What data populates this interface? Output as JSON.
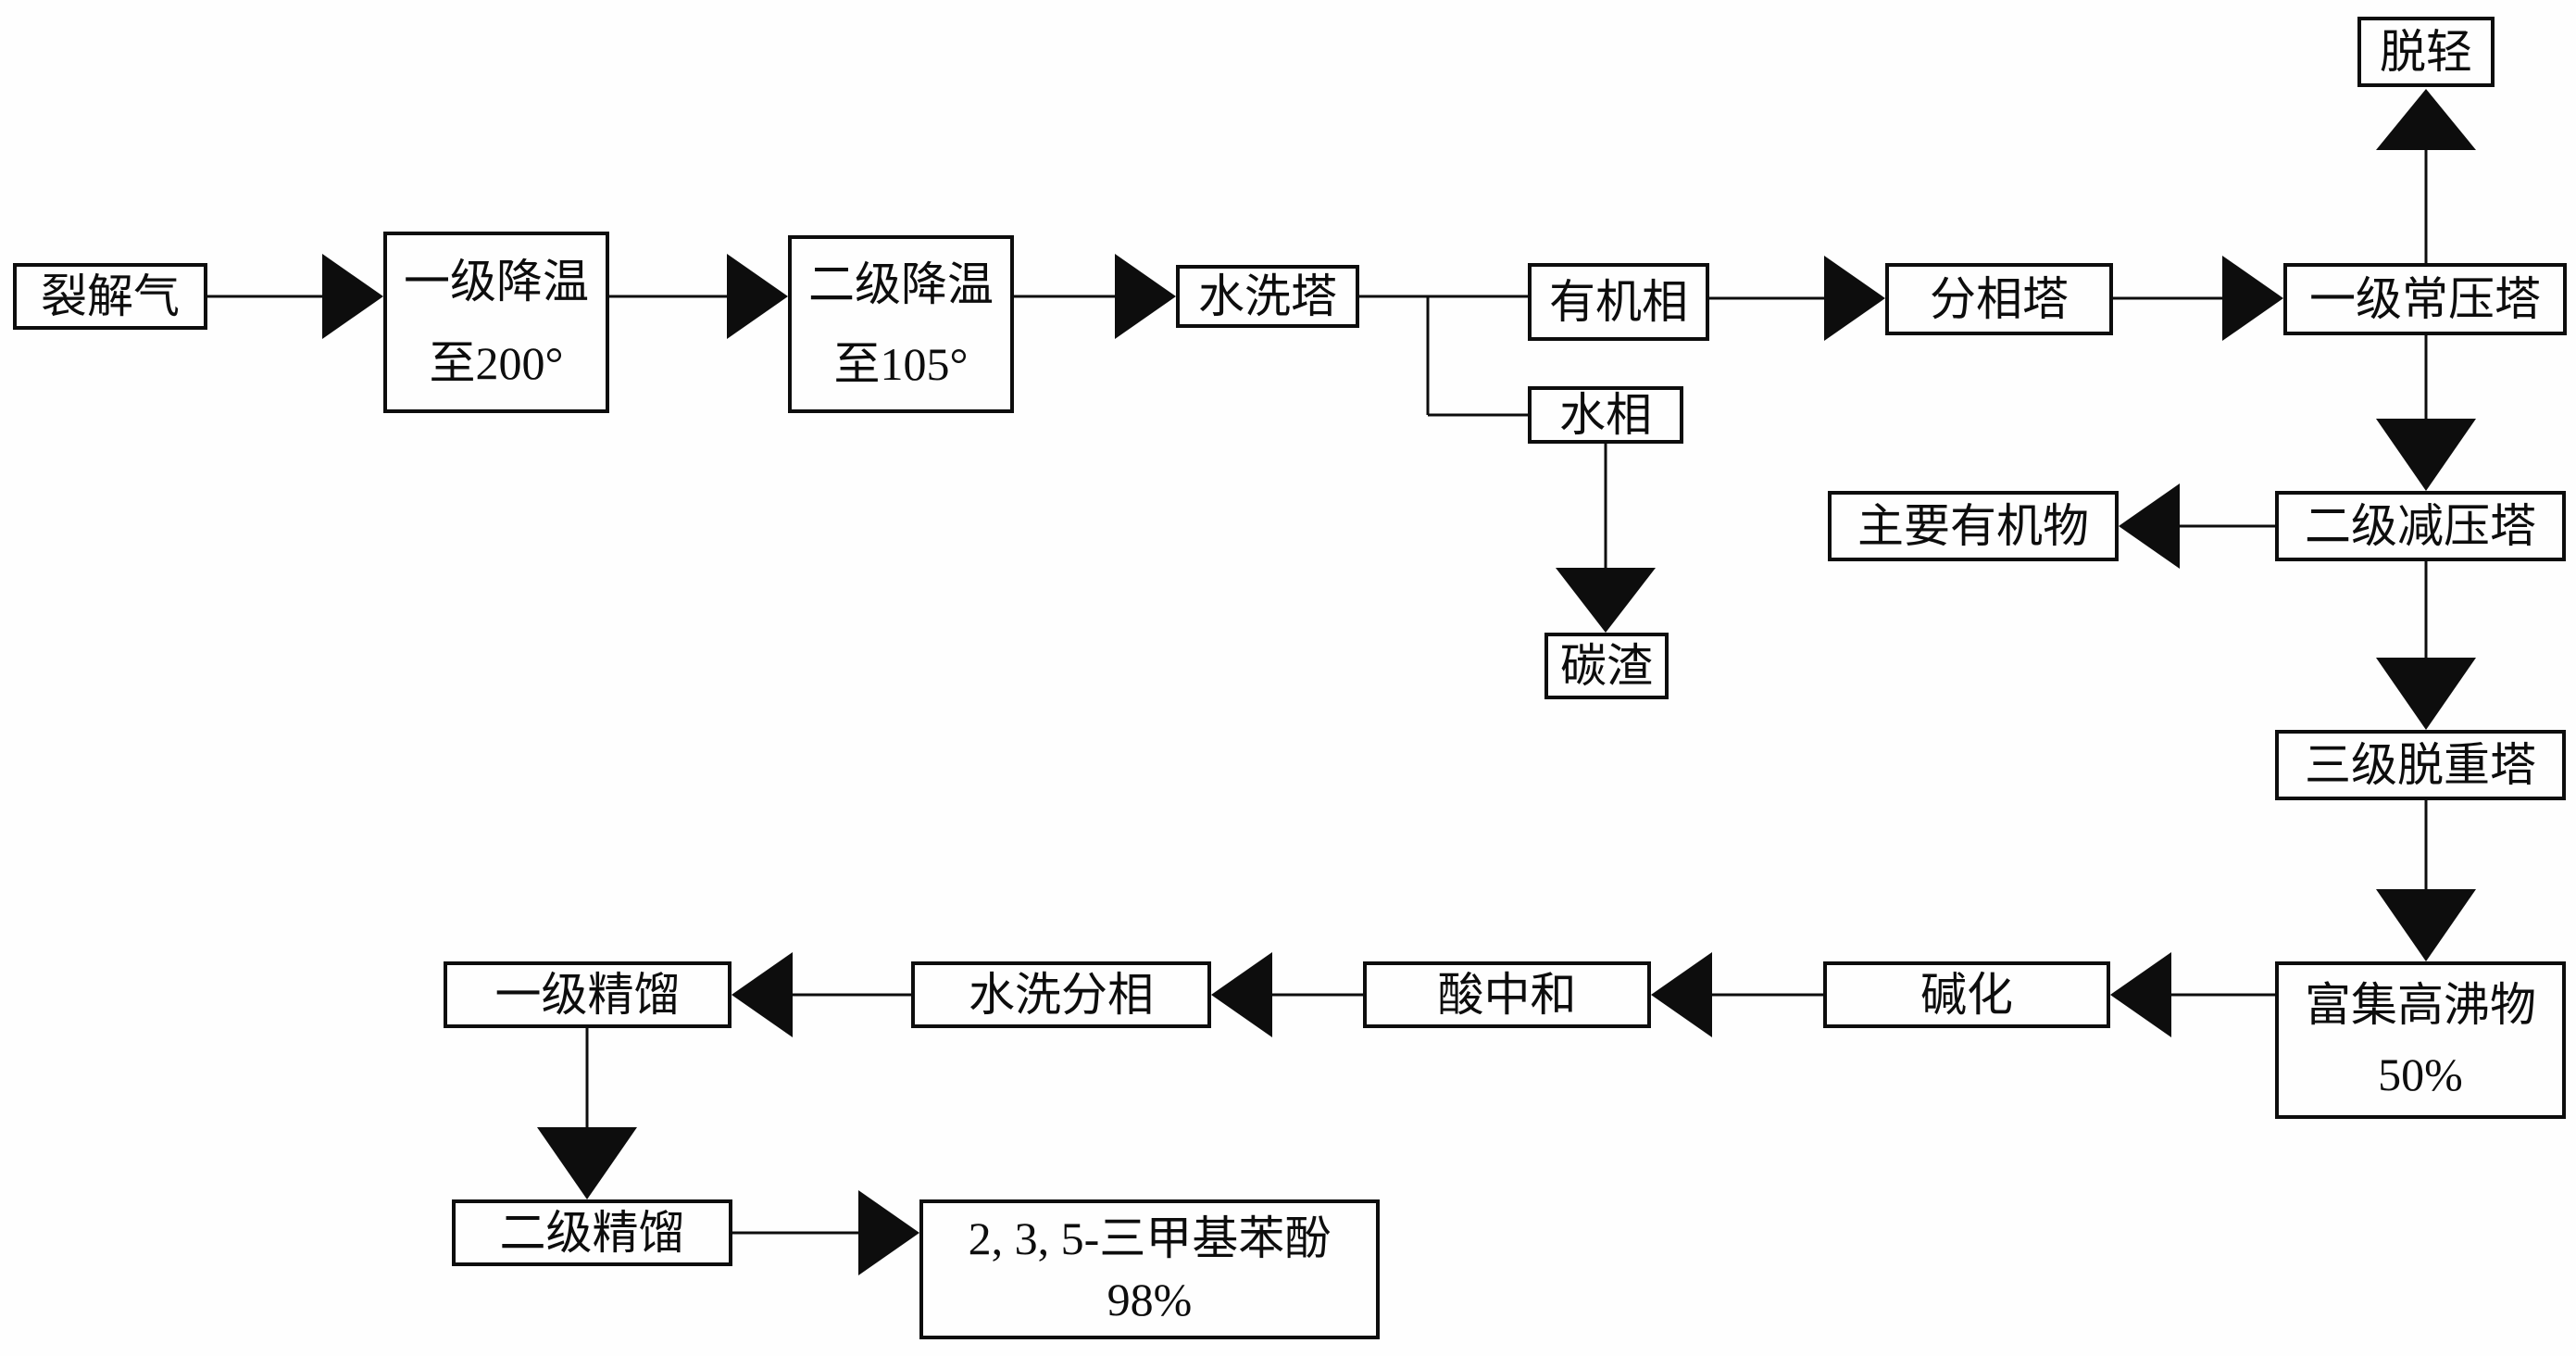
{
  "diagram": {
    "type": "process-flowchart",
    "language": "zh-CN",
    "nodes": {
      "cracked_gas": {
        "label": "裂解气"
      },
      "cooling1": {
        "label": "一级降温",
        "sublabel": "至200°"
      },
      "cooling2": {
        "label": "二级降温",
        "sublabel": "至105°"
      },
      "wash_tower": {
        "label": "水洗塔"
      },
      "organic_phase": {
        "label": "有机相"
      },
      "water_phase": {
        "label": "水相"
      },
      "carbon_residue": {
        "label": "碳渣"
      },
      "phase_tower": {
        "label": "分相塔"
      },
      "atm_tower": {
        "label": "一级常压塔"
      },
      "delight": {
        "label": "脱轻"
      },
      "vacuum_tower": {
        "label": "二级减压塔"
      },
      "main_organics": {
        "label": "主要有机物"
      },
      "deheavy_tower": {
        "label": "三级脱重塔"
      },
      "high_boilers": {
        "label": "富集高沸物",
        "sublabel": "50%"
      },
      "alkalization": {
        "label": "碱化"
      },
      "acid_neutralization": {
        "label": "酸中和"
      },
      "wash_separation": {
        "label": "水洗分相"
      },
      "distillation1": {
        "label": "一级精馏"
      },
      "distillation2": {
        "label": "二级精馏"
      },
      "product": {
        "label": "2, 3, 5-三甲基苯酚",
        "sublabel": "98%"
      }
    },
    "edges": [
      {
        "from": "cracked_gas",
        "to": "cooling1"
      },
      {
        "from": "cooling1",
        "to": "cooling2"
      },
      {
        "from": "cooling2",
        "to": "wash_tower"
      },
      {
        "from": "wash_tower",
        "to": "organic_phase"
      },
      {
        "from": "wash_tower",
        "to": "water_phase"
      },
      {
        "from": "water_phase",
        "to": "carbon_residue"
      },
      {
        "from": "organic_phase",
        "to": "phase_tower"
      },
      {
        "from": "phase_tower",
        "to": "atm_tower"
      },
      {
        "from": "atm_tower",
        "to": "delight"
      },
      {
        "from": "atm_tower",
        "to": "vacuum_tower"
      },
      {
        "from": "vacuum_tower",
        "to": "main_organics"
      },
      {
        "from": "vacuum_tower",
        "to": "deheavy_tower"
      },
      {
        "from": "deheavy_tower",
        "to": "high_boilers"
      },
      {
        "from": "high_boilers",
        "to": "alkalization"
      },
      {
        "from": "alkalization",
        "to": "acid_neutralization"
      },
      {
        "from": "acid_neutralization",
        "to": "wash_separation"
      },
      {
        "from": "wash_separation",
        "to": "distillation1"
      },
      {
        "from": "distillation1",
        "to": "distillation2"
      },
      {
        "from": "distillation2",
        "to": "product"
      }
    ]
  }
}
